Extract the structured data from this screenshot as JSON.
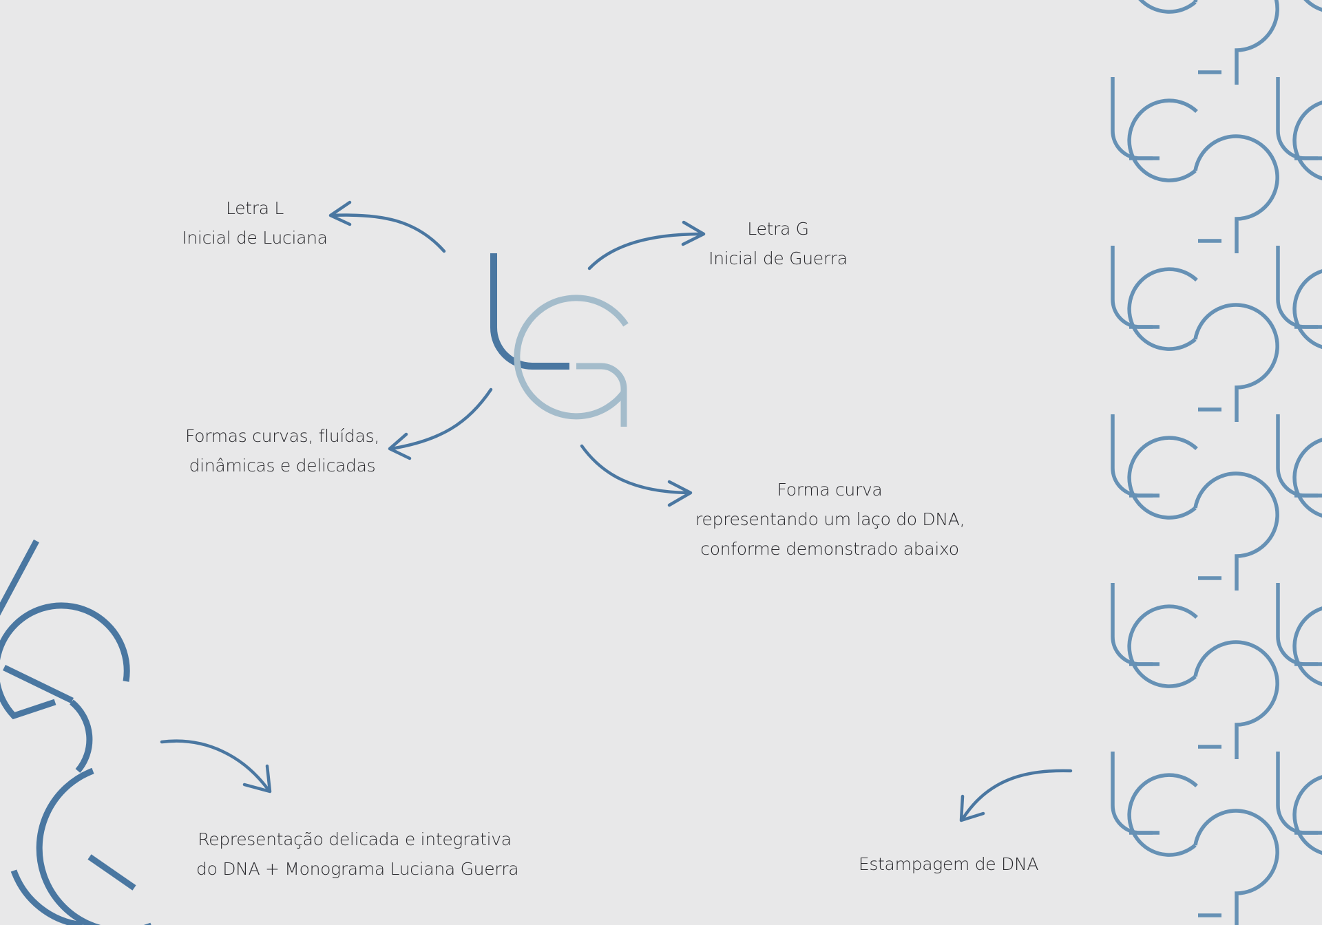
{
  "labels": {
    "letter_l": {
      "line1": "Letra L",
      "line2": "Inicial de Luciana"
    },
    "letter_g": {
      "line1": "Letra G",
      "line2": "Inicial de Guerra"
    },
    "forms": {
      "line1": "Formas curvas, fluídas,",
      "line2": "dinâmicas e delicadas"
    },
    "curve": {
      "line1": "Forma curva",
      "line2": "representando um laço do DNA,",
      "line3": "conforme demonstrado abaixo"
    },
    "representation": {
      "line1": "Representação delicada e integrativa",
      "line2": "do DNA + Monograma Luciana Guerra"
    },
    "pattern": {
      "line1": "Estampagem de DNA"
    }
  },
  "colors": {
    "background": "#e8e8e9",
    "dark_blue": "#4a77a1",
    "light_blue": "#a4bccb",
    "pattern_blue": "#6691b5",
    "text": "#2a2a2e"
  },
  "icons": [
    "monogram-lg-icon",
    "dna-strand-icon",
    "dna-pattern-icon",
    "arrow-icon"
  ]
}
